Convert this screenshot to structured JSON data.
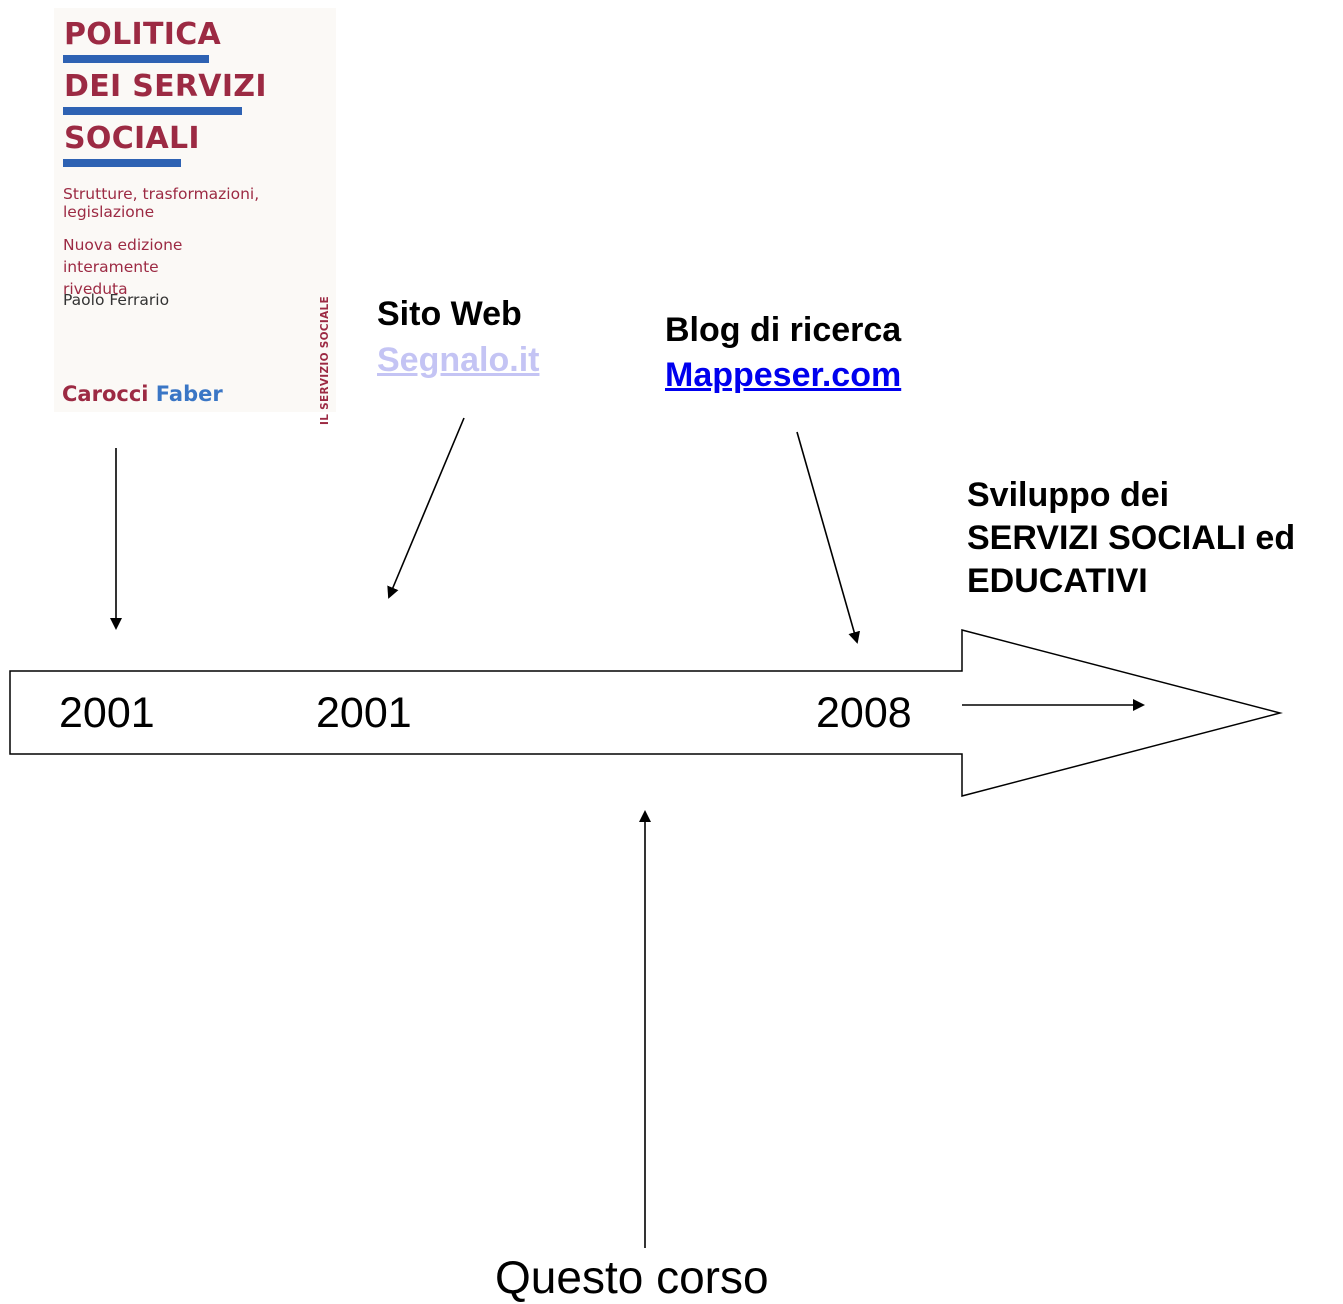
{
  "book": {
    "title_lines": [
      "POLITICA",
      "DEI SERVIZI",
      "SOCIALI"
    ],
    "subtitle": "Strutture, trasformazioni, legislazione",
    "edition": "Nuova edizione interamente riveduta",
    "author": "Paolo Ferrario",
    "publisher_a": "Carocci",
    "publisher_b": "Faber",
    "spine": "IL SERVIZIO SOCIALE"
  },
  "website": {
    "label": "Sito Web",
    "link": "Segnalo.it"
  },
  "blog": {
    "label": "Blog di ricerca",
    "link": "Mappeser.com"
  },
  "development": {
    "lines": [
      "Sviluppo dei",
      "SERVIZI SOCIALI ed",
      "EDUCATIVI"
    ]
  },
  "timeline": {
    "years": [
      "2001",
      "2001",
      "2008"
    ]
  },
  "course": {
    "label": "Questo corso"
  },
  "colors": {
    "book_title": "#9c2a43",
    "book_bar": "#2e62b3",
    "link_faded": "#c4c4f4",
    "link_blue": "#0000ee"
  }
}
